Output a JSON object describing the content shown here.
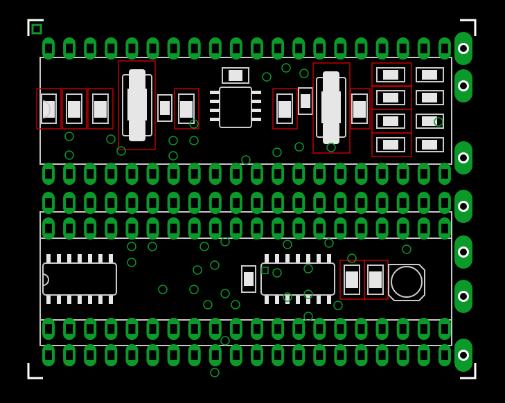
{
  "colors": {
    "background": "#000000",
    "pad": "#0b9a2a",
    "pad_hole": "#000000",
    "via": "#0b9a2a",
    "silkscreen": "#c8c8c8",
    "component_fill": "#e6e6e6",
    "component_outline": "#c00000",
    "board_corner": "#ffffff"
  },
  "icons": {
    "fiducial": "square-fiducial-icon",
    "mount_pad": "round-mount-pad-icon",
    "via": "via-ring-icon",
    "ic": "dip-ic-icon",
    "soic": "soic-ic-icon",
    "smd": "smd-chip-icon",
    "sot": "sot-regulator-icon",
    "cap": "electrolytic-cap-icon"
  },
  "layers": [
    "silkscreen",
    "components",
    "pads",
    "vias",
    "board-outline"
  ]
}
